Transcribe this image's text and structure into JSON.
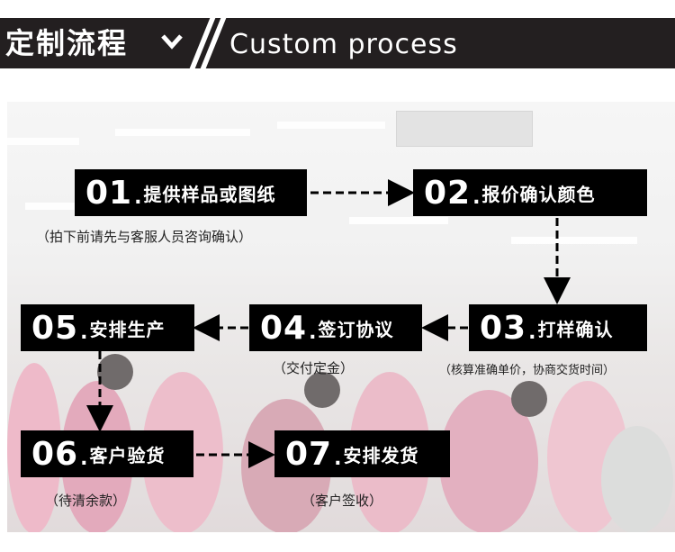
{
  "header": {
    "title_cn": "定制流程",
    "title_en": "Custom process"
  },
  "steps": [
    {
      "num": "01",
      "label": "提供样品或图纸"
    },
    {
      "num": "02",
      "label": "报价确认颜色"
    },
    {
      "num": "03",
      "label": "打样确认"
    },
    {
      "num": "04",
      "label": "签订协议"
    },
    {
      "num": "05",
      "label": "安排生产"
    },
    {
      "num": "06",
      "label": "客户验货"
    },
    {
      "num": "07",
      "label": "安排发货"
    }
  ],
  "notes": {
    "n01": "（拍下前请先与客服人员咨询确认）",
    "n03": "（核算准确单价，协商交货时间）",
    "n04": "（交付定金）",
    "n06": "（待清余款）",
    "n07": "（客户签收）"
  },
  "colors": {
    "header_bg": "#231f20",
    "box_bg": "#000000",
    "box_text": "#ffffff"
  }
}
